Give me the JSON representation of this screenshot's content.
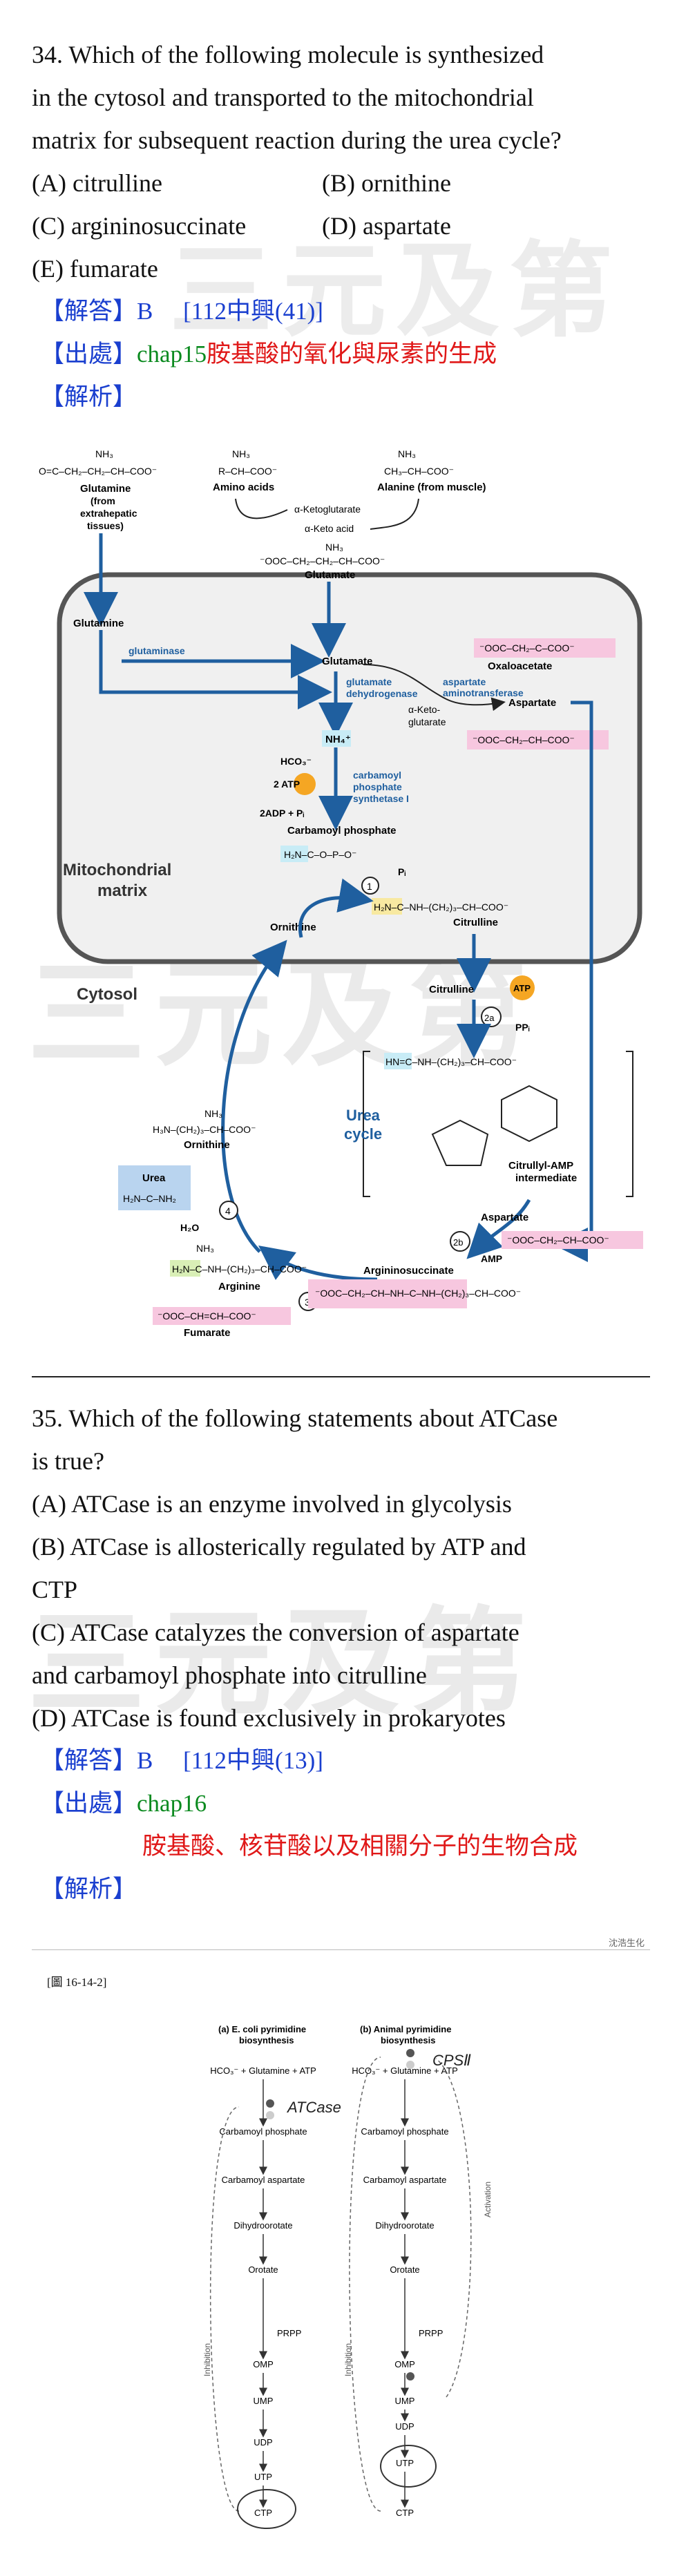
{
  "q34": {
    "lines": [
      "34. Which of the following molecule is synthesized",
      "in the cytosol and transported to the mitochondrial",
      "matrix for subsequent reaction during the urea cycle?"
    ],
    "options": [
      [
        "(A) citrulline",
        "(B) ornithine"
      ],
      [
        "(C) argininosuccinate",
        "(D) aspartate"
      ],
      [
        "(E) fumarate",
        ""
      ]
    ],
    "answer_label": "【解答】",
    "answer_value": "B",
    "answer_source": "[112中興(41)]",
    "source_label": "【出處】",
    "source_chap": "chap15",
    "source_title": "胺基酸的氧化與尿素的生成",
    "explain_label": "【解析】"
  },
  "figure1": {
    "labels": {
      "nh3": "NH₃",
      "glutamine_struct": "O=C–CH₂–CH₂–CH–COO⁻",
      "glutamine": "Glutamine",
      "glutamine_from": "(from",
      "glutamine_from2": "extrahepatic",
      "glutamine_from3": "tissues)",
      "amino_struct": "R–CH–COO⁻",
      "amino_acids": "Amino acids",
      "alanine_struct": "CH₃–CH–COO⁻",
      "alanine": "Alanine (from muscle)",
      "akg": "α-Ketoglutarate",
      "aka": "α-Keto acid",
      "glutamate_struct": "⁻OOC–CH₂–CH₂–CH–COO⁻",
      "glutamate_top": "Glutamate",
      "glutamine2": "Glutamine",
      "glutaminase": "glutaminase",
      "glutamate": "Glutamate",
      "gdh1": "glutamate",
      "gdh2": "dehydrogenase",
      "oxaloacetate": "Oxaloacetate",
      "oaa_struct": "⁻OOC–CH₂–C–COO⁻",
      "ast1": "aspartate",
      "ast2": "aminotransferase",
      "aspartate": "Aspartate",
      "akg2a": "α-Keto-",
      "akg2b": "glutarate",
      "asp_struct": "⁻OOC–CH₂–CH–COO⁻",
      "nh4": "NH₄⁺",
      "hco3": "HCO₃⁻",
      "atp2": "2 ATP",
      "cps1": "carbamoyl",
      "cps2": "phosphate",
      "cps3": "synthetase I",
      "adp": "2ADP + Pᵢ",
      "cp": "Carbamoyl phosphate",
      "cp_struct": "H₂N–C–O–P–O⁻",
      "mito1": "Mitochondrial",
      "mito2": "matrix",
      "cytosol": "Cytosol",
      "ornithine": "Ornithine",
      "pi": "Pᵢ",
      "cit_struct": "H₂N–C–NH–(CH₂)₃–CH–COO⁻",
      "citrulline": "Citrulline",
      "citrulline2": "Citrulline",
      "atp": "ATP",
      "ppi": "PPᵢ",
      "orn_struct": "H₃N–(CH₂)₃–CH–COO⁻",
      "ornithine2": "Ornithine",
      "urea_cycle1": "Urea",
      "urea_cycle2": "cycle",
      "urea": "Urea",
      "urea_struct": "H₂N–C–NH₂",
      "h2o": "H₂O",
      "ca_struct": "HN=C–NH–(CH₂)₃–CH–COO⁻",
      "camp1": "Citrullyl-AMP",
      "camp2": "intermediate",
      "arg_struct": "H₂N–C–NH–(CH₂)₃–CH–COO⁻",
      "arginine": "Arginine",
      "aspartate2": "Aspartate",
      "amp": "AMP",
      "asp2_struct": "⁻OOC–CH₂–CH–COO⁻",
      "fum_struct": "⁻OOC–CH=CH–COO⁻",
      "fumarate": "Fumarate",
      "as_struct": "⁻OOC–CH₂–CH–NH–C–NH–(CH₂)₃–CH–COO⁻",
      "argininosuccinate": "Argininosuccinate",
      "s1": "1",
      "s2a": "2a",
      "s2b": "2b",
      "s3": "3",
      "s4": "4"
    }
  },
  "q35": {
    "lines": [
      "35. Which of the following statements about ATCase",
      "is true?",
      "(A) ATCase is an enzyme involved in glycolysis",
      "(B) ATCase is allosterically regulated by ATP and",
      "CTP",
      "(C) ATCase catalyzes the conversion of aspartate",
      "and carbamoyl phosphate into citrulline",
      "(D) ATCase is found exclusively in prokaryotes"
    ],
    "answer_label": "【解答】",
    "answer_value": "B",
    "answer_source": "[112中興(13)]",
    "source_label": "【出處】",
    "source_chap": "chap16",
    "source_title": "胺基酸、核苷酸以及相關分子的生物合成",
    "explain_label": "【解析】"
  },
  "figure2": {
    "corner_note": "沈浩生化",
    "fig_ref": "[圖 16-14-2]",
    "col_a_title1": "(a)  E. coli pyrimidine",
    "col_a_title2": "biosynthesis",
    "col_b_title1": "(b)  Animal pyrimidine",
    "col_b_title2": "biosynthesis",
    "a_steps": [
      "HCO₃⁻ + Glutamine + ATP",
      "Carbamoyl phosphate",
      "Carbamoyl aspartate",
      "Dihydroorotate",
      "Orotate",
      "OMP",
      "UMP",
      "UDP",
      "UTP",
      "CTP"
    ],
    "b_steps": [
      "HCO₃⁻ + Glutamine + ATP",
      "Carbamoyl phosphate",
      "Carbamoyl aspartate",
      "Dihydroorotate",
      "Orotate",
      "OMP",
      "UMP",
      "UDP",
      "UTP",
      "CTP"
    ],
    "prpp": "PRPP",
    "inhibition": "Inhibition",
    "activation": "Activation",
    "atcase_note": "ATCase",
    "cps2_note": "CPSⅡ"
  },
  "watermark": "三元及第",
  "colors": {
    "blue": "#1a3fcf",
    "green": "#0b8a1f",
    "red": "#e01818"
  }
}
